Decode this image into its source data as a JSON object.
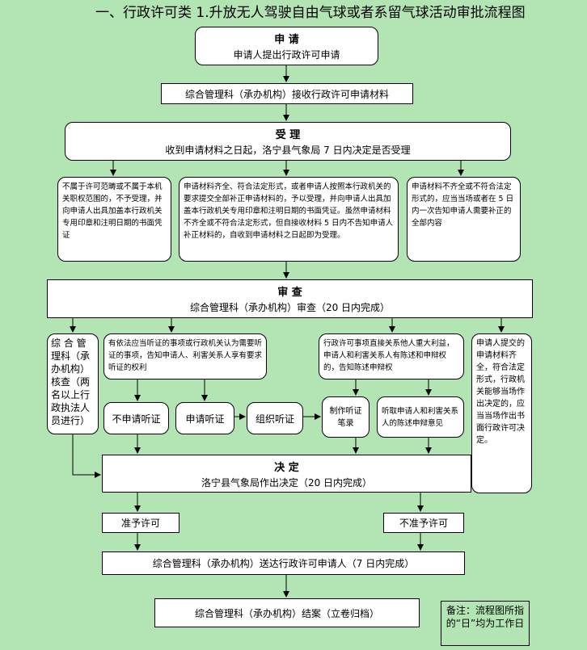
{
  "title": "一、行政许可类    1.升放无人驾驶自由气球或者系留气球活动审批流程图",
  "steps": {
    "apply": {
      "heading": "申    请",
      "text": "申请人提出行政许可申请"
    },
    "receive": {
      "text": "综合管理科（承办机构）接收行政许可申请材料"
    },
    "accept": {
      "heading": "受    理",
      "text": "收到申请材料之日起，洛宁县气象局 7 日内决定是否受理"
    },
    "not_belong": {
      "text": "不属于许可范畴或不属于本机关职权范围的，不予受理，并向申请人出具加盖本行政机关专用印章和注明日期的书面凭证"
    },
    "complete": {
      "text": "申请材料齐全、符合法定形式，或者申请人按照本行政机关的要求提交全部补正申请材料的，予以受理，并向申请人出具加盖本行政机关专用印章和注明日期的书面凭证。虽然申请材料不齐全或不符合法定形式，但自接收材料 5 日内不告知申请人补正材料的，自收到申请材料之日起即为受理。"
    },
    "incomplete": {
      "text": "申请材料不齐全或不符合法定形式的，应当当场或者在 5 日内一次告知申请人需要补正的全部内容"
    },
    "review": {
      "heading": "审    查",
      "text": "综合管理科（承办机构）审查（20 日内完成）"
    },
    "verify": {
      "text": "综 合 管 理科（承办机构）核查（两名以上行政执法人员进行）"
    },
    "hearing_notice": {
      "text": "有依法应当听证的事项或行政机关认为需要听证的事项，告知申请人、利害关系人享有要求听证的权利"
    },
    "statement_notice": {
      "text": "行政许可事项直接关系他人重大利益，申请人和利害关系人有陈述和申辩权的，告知陈述申辩权"
    },
    "onsite": {
      "text": "申请人提交的申请材料齐全，符合法定形式，行政机关能够当场作出决定的，应当当场作出书面行政许可决定。"
    },
    "no_hearing": {
      "text": "不申请听证"
    },
    "req_hearing": {
      "text": "申请听证"
    },
    "org_hearing": {
      "text": "组织听证"
    },
    "transcript": {
      "text": "制作听证笔录"
    },
    "listen": {
      "text": "听取申请人和利害关系人的陈述申辩意见"
    },
    "decide": {
      "heading": "决    定",
      "text": "洛宁县气象局作出决定（20 日内完成）"
    },
    "grant": {
      "text": "准予许可"
    },
    "deny": {
      "text": "不准予许可"
    },
    "deliver": {
      "text": "综合管理科（承办机构）送达行政许可申请人（7 日内完成）"
    },
    "close": {
      "text": "综合管理科（承办机构）结案（立卷归档）"
    }
  },
  "note": "备注：流程图所指的“日”均为工作日"
}
